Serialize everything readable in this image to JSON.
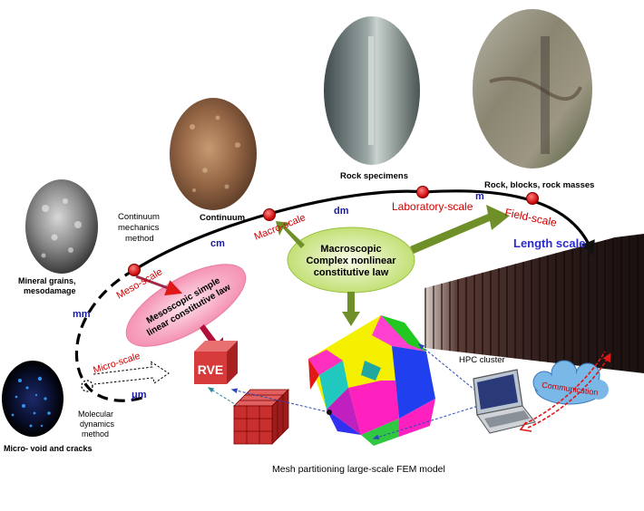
{
  "scale_labels": {
    "micro": "Micro-scale",
    "meso": "Meso-scale",
    "macro": "Macro-scale",
    "laboratory": "Laboratory-scale",
    "field": "Field-scale"
  },
  "units": {
    "um": "μm",
    "mm": "mm",
    "cm": "cm",
    "dm": "dm",
    "m": "m"
  },
  "axis_label": "Length scale",
  "captions": {
    "micro_void": "Micro- void and cracks",
    "molecular_1": "Molecular",
    "molecular_2": "dynamics",
    "molecular_3": "method",
    "mineral_1": "Mineral grains,",
    "mineral_2": "mesodamage",
    "continuum_method_1": "Continuum",
    "continuum_method_2": "mechanics",
    "continuum_method_3": "method",
    "continuum": "Continuum",
    "rock_specimens": "Rock specimens",
    "rock_masses": "Rock, blocks, rock masses",
    "hpc": "HPC cluster",
    "mesh": "Mesh partitioning large-scale FEM model"
  },
  "bubbles": {
    "meso_1": "Mesoscopic simple",
    "meso_2": "linear constitutive law",
    "macro_1": "Macroscopic",
    "macro_2": "Complex nonlinear",
    "macro_3": "constitutive law"
  },
  "rve": "RVE",
  "communication": "Communication",
  "colors": {
    "scale_red": "#cc0000",
    "unit_blue": "#1a1aa8",
    "length_scale": "#2a2ad0",
    "arrow_green": "#6f8f28",
    "cloud": "#7ab8e8",
    "rve_red": "#d63a3a"
  }
}
